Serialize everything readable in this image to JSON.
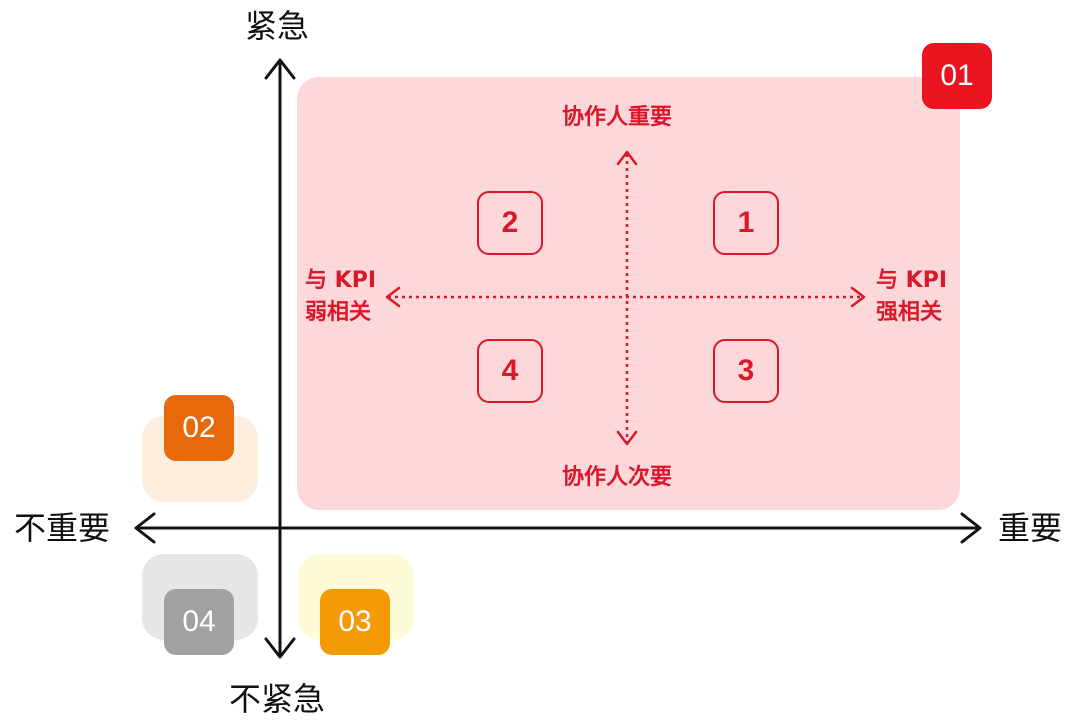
{
  "axes": {
    "top": "紧急",
    "bottom": "不紧急",
    "left": "不重要",
    "right": "重要"
  },
  "quadrants": {
    "q01": {
      "label": "01",
      "bg": "#fdd8da",
      "badge": "#e8141f"
    },
    "q02": {
      "label": "02",
      "bg": "#fdeedd",
      "badge": "#e8690c"
    },
    "q03": {
      "label": "03",
      "bg": "#fefbd9",
      "badge": "#f39a06"
    },
    "q04": {
      "label": "04",
      "bg": "#e6e6e6",
      "badge": "#a2a2a2"
    }
  },
  "inner": {
    "top": "协作人重要",
    "bottom": "协作人次要",
    "left_line1": "与 KPI",
    "left_line2": "弱相关",
    "right_line1": "与 KPI",
    "right_line2": "强相关",
    "box1": "1",
    "box2": "2",
    "box3": "3",
    "box4": "4"
  },
  "colors": {
    "accent_red": "#d9182a",
    "axis": "#111111"
  }
}
